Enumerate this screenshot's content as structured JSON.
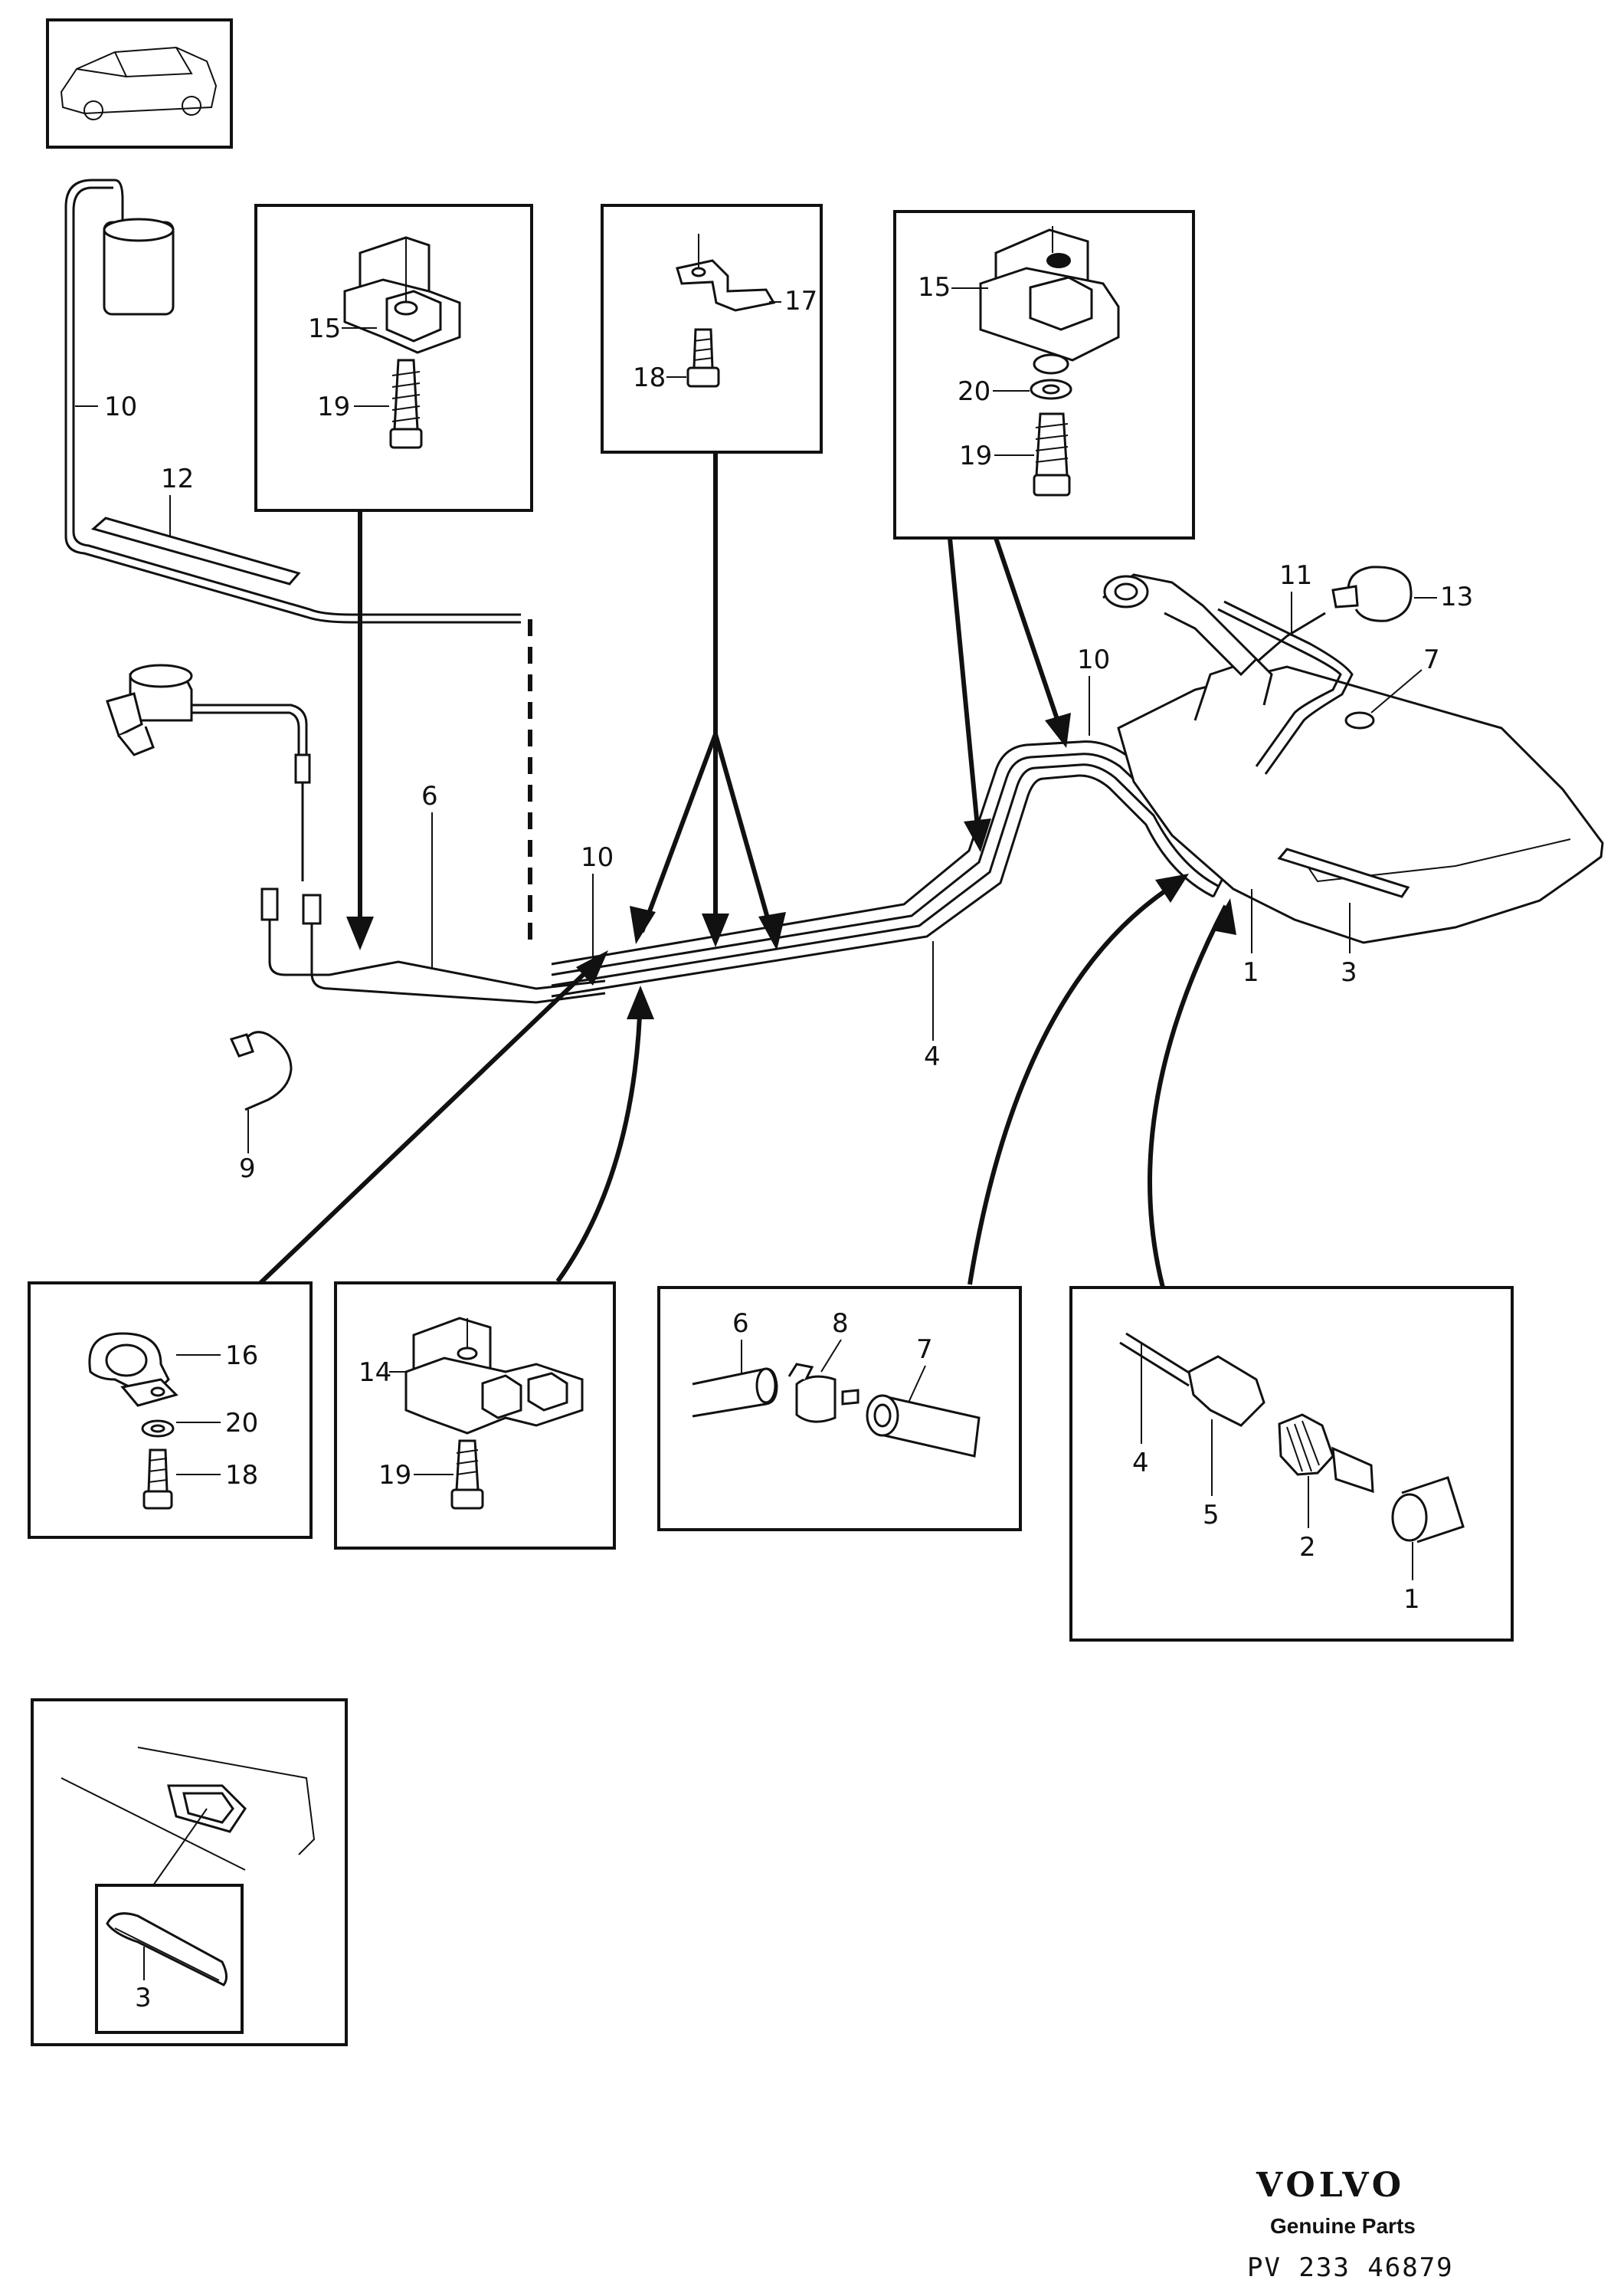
{
  "title": "",
  "callouts": {
    "c10_top": "10",
    "c12": "12",
    "c6_main": "6",
    "c10_mid": "10",
    "c9": "9",
    "c4_main": "4",
    "c10_right": "10",
    "c11": "11",
    "c13": "13",
    "c7_main": "7",
    "c1_main": "1",
    "c3_main": "3",
    "inset1_15": "15",
    "inset1_19": "19",
    "inset2_17": "17",
    "inset2_18": "18",
    "inset3_15": "15",
    "inset3_20": "20",
    "inset3_19": "19",
    "inset4_16": "16",
    "inset4_20": "20",
    "inset4_18": "18",
    "inset5_14": "14",
    "inset5_19": "19",
    "inset6_6": "6",
    "inset6_8": "8",
    "inset6_7": "7",
    "inset7_4": "4",
    "inset7_5": "5",
    "inset7_2": "2",
    "inset7_1": "1",
    "inset8_3": "3"
  },
  "footer": {
    "brand": "VOLVO",
    "subtitle": "Genuine Parts",
    "reference": "PV 233 46879"
  }
}
